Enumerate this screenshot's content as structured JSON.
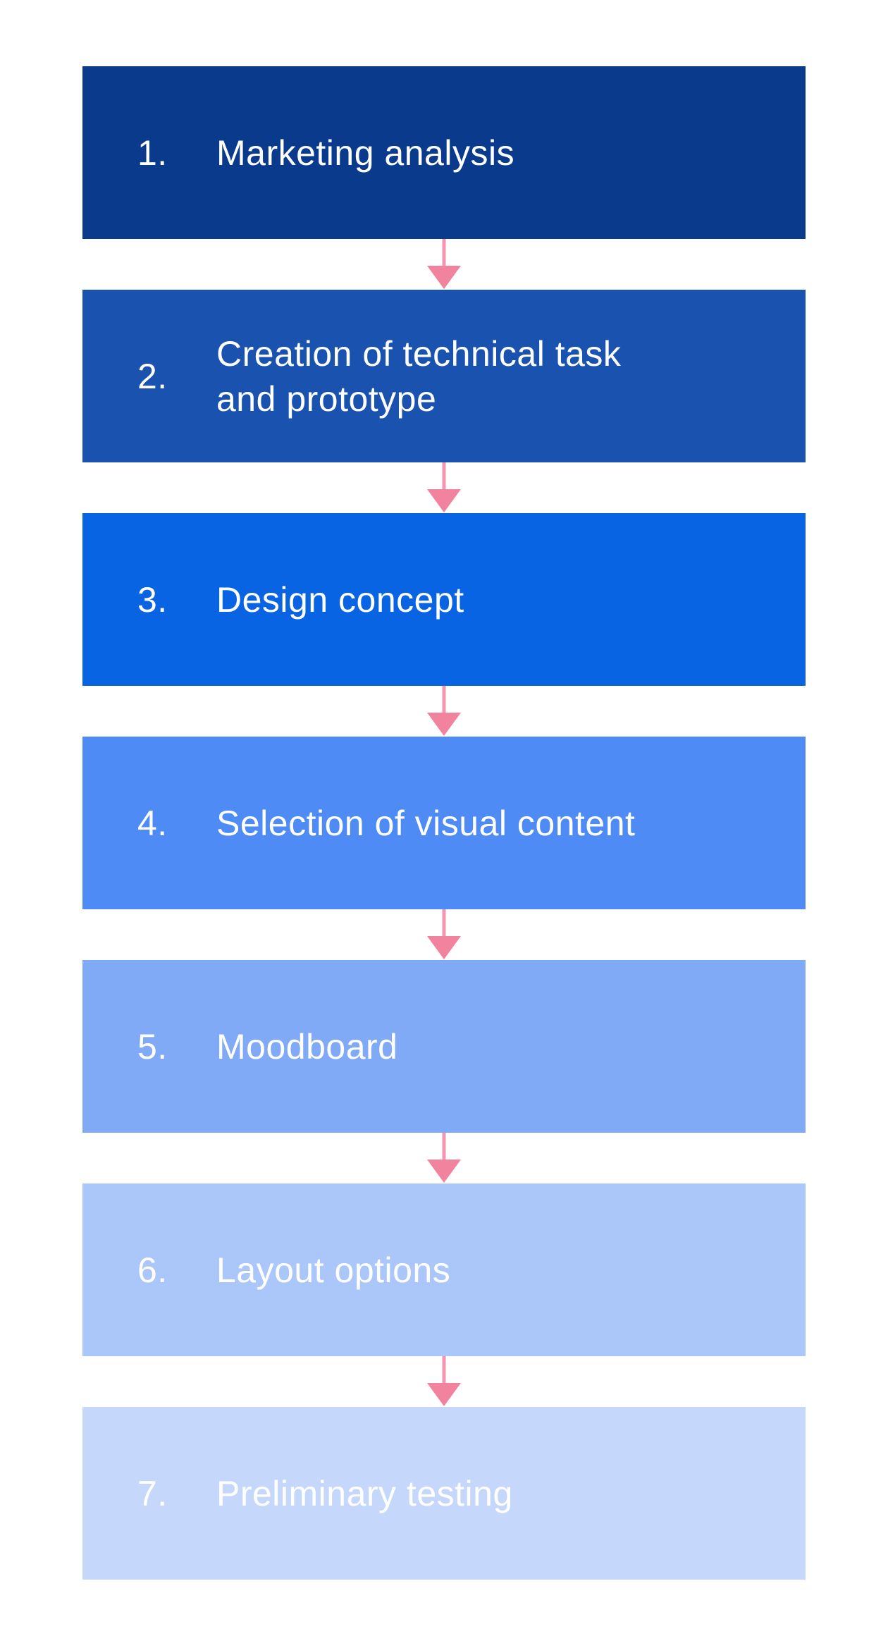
{
  "diagram": {
    "type": "vertical-flowchart",
    "background": "#ffffff",
    "text_color": "#ffffff",
    "steps": [
      {
        "number": "1.",
        "label": "Marketing analysis",
        "color": "#0A3A8C"
      },
      {
        "number": "2.",
        "label": "Creation of technical task and prototype",
        "color": "#1A52B0"
      },
      {
        "number": "3.",
        "label": "Design concept",
        "color": "#0964E3"
      },
      {
        "number": "4.",
        "label": "Selection of visual content",
        "color": "#4E8BF5"
      },
      {
        "number": "5.",
        "label": "Moodboard",
        "color": "#81AAF6"
      },
      {
        "number": "6.",
        "label": "Layout options",
        "color": "#ABC7F9"
      },
      {
        "number": "7.",
        "label": "Preliminary testing",
        "color": "#C5D8FB"
      }
    ],
    "arrow": {
      "stem_color": "#F595B1",
      "head_color": "#F2839F"
    }
  }
}
